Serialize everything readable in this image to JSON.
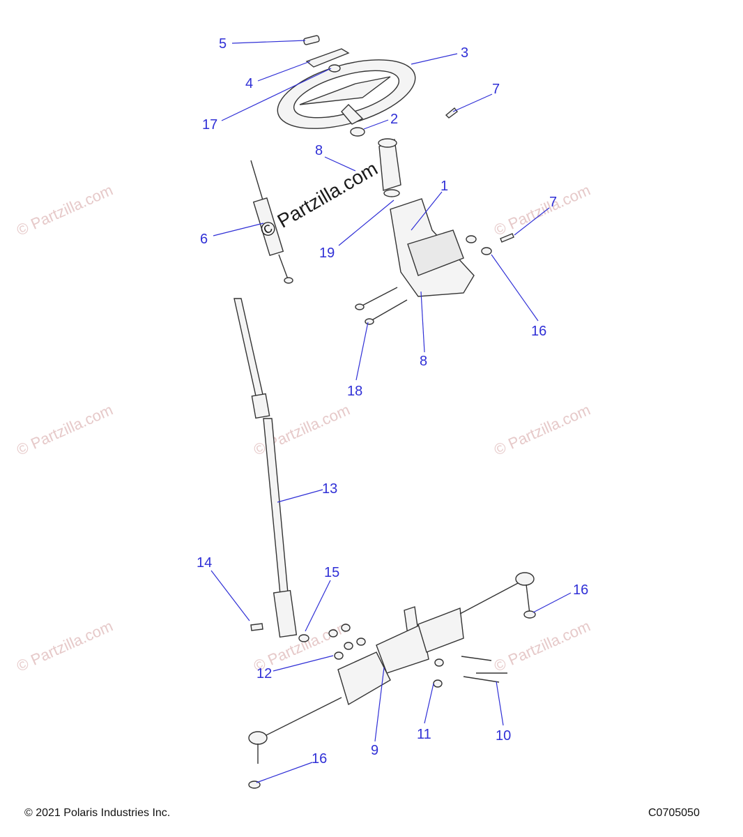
{
  "watermark": {
    "text": "© Partzilla.com",
    "main_text": "© Partzilla.com"
  },
  "callouts": {
    "c1": "1",
    "c2": "2",
    "c3": "3",
    "c4": "4",
    "c5": "5",
    "c6": "6",
    "c7a": "7",
    "c7b": "7",
    "c8a": "8",
    "c8b": "8",
    "c9": "9",
    "c10": "10",
    "c11": "11",
    "c12": "12",
    "c13": "13",
    "c14": "14",
    "c15": "15",
    "c16a": "16",
    "c16b": "16",
    "c16c": "16",
    "c17": "17",
    "c18": "18",
    "c19": "19"
  },
  "footer": {
    "copyright": "© 2021 Polaris Industries Inc.",
    "diagram_code": "C0705050"
  },
  "colors": {
    "callout": "#2f2fd6",
    "watermark": "#e6c9c9",
    "line": "#333333"
  }
}
